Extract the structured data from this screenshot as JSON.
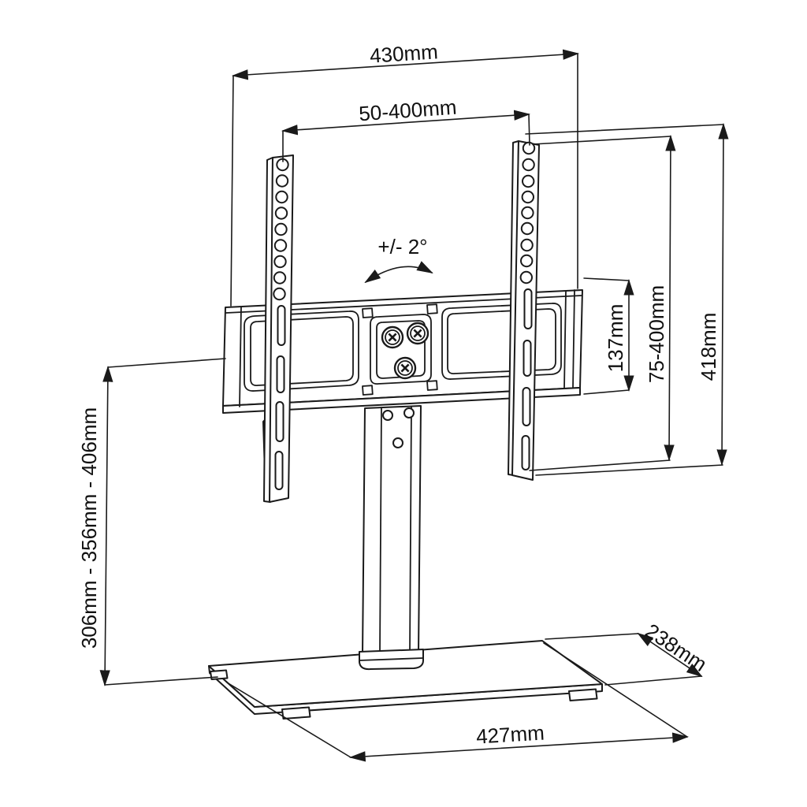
{
  "diagram": {
    "dimensions": {
      "bracket_width": "430mm",
      "vesa_width_range": "50-400mm",
      "swivel_range": "+/- 2°",
      "bracket_height": "137mm",
      "vesa_height_range": "75-400mm",
      "rail_height": "418mm",
      "height_adjustment": "306mm - 356mm - 406mm",
      "base_depth": "238mm",
      "base_width": "427mm"
    },
    "colors": {
      "line": "#1a1a1a",
      "background": "#ffffff"
    }
  }
}
